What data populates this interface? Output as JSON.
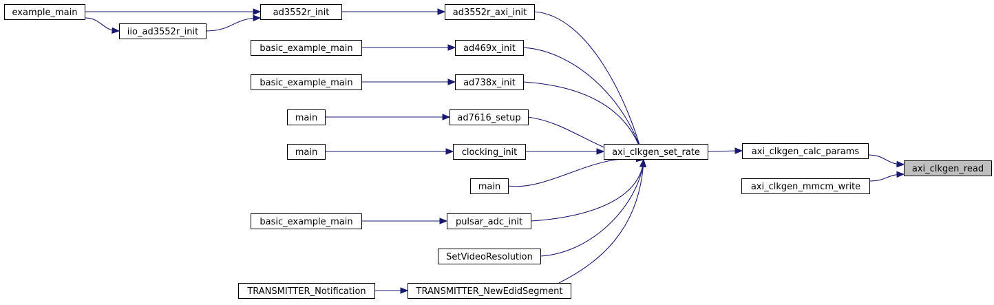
{
  "graph": {
    "nodes": [
      {
        "id": "target",
        "label": "axi_clkgen_read",
        "highlight": true
      },
      {
        "id": "calc_params",
        "label": "axi_clkgen_calc_params"
      },
      {
        "id": "mmcm_write",
        "label": "axi_clkgen_mmcm_write"
      },
      {
        "id": "set_rate",
        "label": "axi_clkgen_set_rate"
      },
      {
        "id": "ad3552r_axi_init",
        "label": "ad3552r_axi_init"
      },
      {
        "id": "ad469x_init",
        "label": "ad469x_init"
      },
      {
        "id": "ad738x_init",
        "label": "ad738x_init"
      },
      {
        "id": "ad7616_setup",
        "label": "ad7616_setup"
      },
      {
        "id": "clocking_init",
        "label": "clocking_init"
      },
      {
        "id": "main_direct",
        "label": "main"
      },
      {
        "id": "pulsar_adc_init",
        "label": "pulsar_adc_init"
      },
      {
        "id": "set_video_resolution",
        "label": "SetVideoResolution"
      },
      {
        "id": "tx_new_edid_segment",
        "label": "TRANSMITTER_NewEdidSegment"
      },
      {
        "id": "ad3552r_init",
        "label": "ad3552r_init"
      },
      {
        "id": "iio_ad3552r_init",
        "label": "iio_ad3552r_init"
      },
      {
        "id": "example_main",
        "label": "example_main"
      },
      {
        "id": "basic_example_main_1",
        "label": "basic_example_main"
      },
      {
        "id": "basic_example_main_2",
        "label": "basic_example_main"
      },
      {
        "id": "main_1",
        "label": "main"
      },
      {
        "id": "main_2",
        "label": "main"
      },
      {
        "id": "basic_example_main_3",
        "label": "basic_example_main"
      },
      {
        "id": "tx_notification",
        "label": "TRANSMITTER_Notification"
      }
    ],
    "edges": [
      {
        "from": "calc_params",
        "to": "target"
      },
      {
        "from": "mmcm_write",
        "to": "target"
      },
      {
        "from": "set_rate",
        "to": "calc_params"
      },
      {
        "from": "ad3552r_axi_init",
        "to": "set_rate"
      },
      {
        "from": "ad469x_init",
        "to": "set_rate"
      },
      {
        "from": "ad738x_init",
        "to": "set_rate"
      },
      {
        "from": "ad7616_setup",
        "to": "set_rate"
      },
      {
        "from": "clocking_init",
        "to": "set_rate"
      },
      {
        "from": "main_direct",
        "to": "set_rate"
      },
      {
        "from": "pulsar_adc_init",
        "to": "set_rate"
      },
      {
        "from": "set_video_resolution",
        "to": "set_rate"
      },
      {
        "from": "tx_new_edid_segment",
        "to": "set_rate"
      },
      {
        "from": "ad3552r_init",
        "to": "ad3552r_axi_init"
      },
      {
        "from": "example_main",
        "to": "ad3552r_init"
      },
      {
        "from": "iio_ad3552r_init",
        "to": "ad3552r_init"
      },
      {
        "from": "example_main",
        "to": "iio_ad3552r_init"
      },
      {
        "from": "basic_example_main_1",
        "to": "ad469x_init"
      },
      {
        "from": "basic_example_main_2",
        "to": "ad738x_init"
      },
      {
        "from": "main_1",
        "to": "ad7616_setup"
      },
      {
        "from": "main_2",
        "to": "clocking_init"
      },
      {
        "from": "basic_example_main_3",
        "to": "pulsar_adc_init"
      },
      {
        "from": "tx_notification",
        "to": "tx_new_edid_segment"
      }
    ]
  }
}
